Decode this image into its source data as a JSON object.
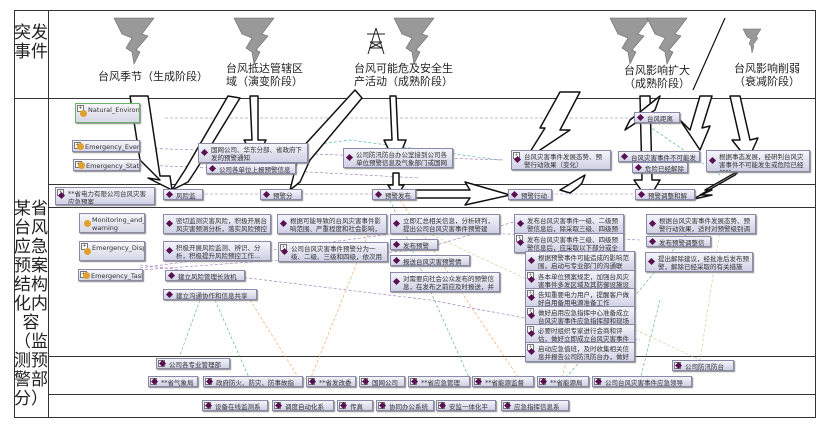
{
  "rows": {
    "top_label": "突发事件",
    "bottom_label": "某省台风应急预案结构化内容（监测预警部分）"
  },
  "events": [
    {
      "label": "台风季节（生成阶段）",
      "icon": "tornado-icon"
    },
    {
      "label": "台风抵达管辖区\n域（演变阶段）",
      "icon": "tornado-icon"
    },
    {
      "label": "台风可能危及安全生\n产活动（成熟阶段）",
      "icon": "power-tower-icon"
    },
    {
      "label": "台风影响扩大\n（成熟阶段）",
      "icon": "tornado-icon"
    },
    {
      "label": "台风影响削弱\n（衰减阶段）",
      "icon": "tornado-icon"
    }
  ],
  "classes": [
    {
      "label": "Natural_Environment"
    },
    {
      "label": "Emergency_Event"
    },
    {
      "label": "Emergency_State"
    },
    {
      "label": "Monitoring_and_Early-warning"
    },
    {
      "label": "Emergency_Disposal"
    },
    {
      "label": "Emergency_Task"
    }
  ],
  "state_nodes": [
    {
      "label": "国网公司、华东分部、省政府下发的预警通知"
    },
    {
      "label": "公司各单位上报预警信息"
    },
    {
      "label": "公司防汛防台办公室接到公司各单位预警信息及气象部门或国网公司..."
    },
    {
      "label": "台风灾害事件发展态势、预警行动效果（变化）"
    },
    {
      "label": "台风距离"
    },
    {
      "label": "台风灾害事件不可能发生"
    },
    {
      "label": "危险已经解除"
    },
    {
      "label": "根据事态发展，经研判台风灾害事件不可能发生或危险已经解除"
    }
  ],
  "process_nodes": [
    {
      "label": "**省电力有限公司台风灾害应急预案"
    },
    {
      "label": "风险监测"
    },
    {
      "label": "预警分级"
    },
    {
      "label": "预警发布"
    },
    {
      "label": "预警行动"
    },
    {
      "label": "预警调整和解除"
    }
  ],
  "task_nodes": [
    {
      "label": "密切监测灾害风险，积极开展台风灾害预测分析，落实风险预控措施"
    },
    {
      "label": "积极开展风险监测、辨识、分析，积极提升风险预控工作..."
    },
    {
      "label": "建立风险管理长效机制"
    },
    {
      "label": "建立沟通协作和信息共享机制"
    },
    {
      "label": "根据可能导致的台风灾害事件影响范围、严重程度和社会影响，确定..."
    },
    {
      "label": "公司台风灾害事件预警分为一级、二级、三级和四级，依次用红色、..."
    },
    {
      "label": "立即汇总相关信息，分析研判，提出公司台风灾害事件预警建议，经..."
    },
    {
      "label": "发布预警信息"
    },
    {
      "label": "报送台风灾害预警情况"
    },
    {
      "label": "对需要向社会公众发布的预警信息，在发布之前应及时报送，并提出..."
    },
    {
      "label": "发布台风灾害事件一级、二级预警信息后，除采取三级、四级预警行..."
    },
    {
      "label": "发布台风灾害事件三级、四级预警信息后，应采取以下部分或全部措..."
    },
    {
      "label": "根据预警事件可能造成的影响范围，启动与专业部门的沟通联络，及..."
    },
    {
      "label": "各本单位预案规定，加强台风灾害事件多发区域及其防御设施设备巡..."
    },
    {
      "label": "告知重要电力用户，提醒客户做好自用备用电源准备工作"
    },
    {
      "label": "做好启用应急指挥中心准备成立台风灾害事件应急指挥部和现场指挥..."
    },
    {
      "label": "必要时组织专家进行会商和评估，做好立即成立台风灾害事件应急..."
    },
    {
      "label": "启动应急值班，及时收集相关信息并报告公司防汛防台办，做好应急..."
    },
    {
      "label": "根据台风灾害事件发展态势、预警行动效果，适时对预警级别调整向..."
    },
    {
      "label": "发布预警调整信息"
    },
    {
      "label": "提出解除建议，经批准后发布预警，解除已经采取的有关措施"
    }
  ],
  "org_nodes": [
    {
      "label": "公司各专业管理部门"
    },
    {
      "label": "**省气象局"
    },
    {
      "label": "政府防火、防灾、防事故指挥部"
    },
    {
      "label": "**省发改委"
    },
    {
      "label": "国网公司"
    },
    {
      "label": "**省应急管理厅"
    },
    {
      "label": "**省能源监督办"
    },
    {
      "label": "**省能源局"
    },
    {
      "label": "公司台风灾害事件应急领导小组"
    },
    {
      "label": "公司防汛防台办"
    }
  ],
  "system_nodes": [
    {
      "label": "设备在线监测系统"
    },
    {
      "label": "调度自动化系统"
    },
    {
      "label": "传真"
    },
    {
      "label": "协同办公系统"
    },
    {
      "label": "安监一体化平台"
    },
    {
      "label": "应急指挥信息系统"
    }
  ],
  "colors": {
    "node_diamond": "#5a1050",
    "class_dot": "#e0a030",
    "edge_purple": "#9a70b0",
    "edge_orange": "#f0a050",
    "edge_green": "#50b070",
    "edge_teal": "#40a8a0"
  }
}
